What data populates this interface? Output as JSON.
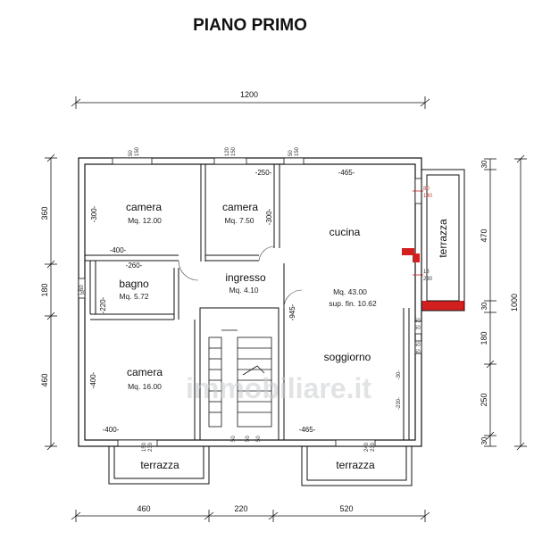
{
  "title": "PIANO PRIMO",
  "overall_width": "1200",
  "overall_height": "1000",
  "bottom_dims": [
    "460",
    "220",
    "520"
  ],
  "left_dims": [
    "360",
    "180",
    "460"
  ],
  "right_dims": [
    "30",
    "470",
    "30",
    "180",
    "250",
    "30"
  ],
  "rooms": {
    "camera1": {
      "name": "camera",
      "area": "Mq. 12.00"
    },
    "camera2": {
      "name": "camera",
      "area": "Mq. 7.50"
    },
    "cucina": {
      "name": "cucina"
    },
    "bagno": {
      "name": "bagno",
      "area": "Mq. 5.72"
    },
    "ingresso": {
      "name": "ingresso",
      "area": "Mq. 4.10"
    },
    "soggiorno_area": "Mq. 43.00",
    "soggiorno_sup": "sup. fin. 10.62",
    "soggiorno": {
      "name": "soggiorno"
    },
    "camera3": {
      "name": "camera",
      "area": "Mq. 16.00"
    },
    "terrazza_right": "terrazza",
    "terrazza_bl": "terrazza",
    "terrazza_br": "terrazza"
  },
  "inner_dims": {
    "d300a": "-300-",
    "d400a": "-400-",
    "d250": "-250-",
    "d300b": "-300-",
    "d465a": "-465-",
    "d260": "-260-",
    "d220": "-220-",
    "d945": "-945-",
    "d400b": "-400-",
    "d400c": "-400-",
    "d465b": "-465-",
    "d30": "-30-",
    "d230": "-230-"
  },
  "openings": {
    "o1a": "50",
    "o1b": "150",
    "o2a": "120",
    "o2b": "150",
    "o3a": "50",
    "o3b": "150",
    "rw_a": "80",
    "rw_b": "140",
    "rd_a": "18",
    "rd_b": "230",
    "bg_a": "50",
    "bg_b": "130",
    "so1a": "50",
    "so1b": "50",
    "so2a": "50",
    "so2b": "50",
    "bt1a": "150",
    "bt1b": "230",
    "st_a": "50",
    "st_b": "50",
    "st_c": "50",
    "bt2a": "240",
    "bt2b": "230"
  },
  "watermark": "immobiliare.it"
}
